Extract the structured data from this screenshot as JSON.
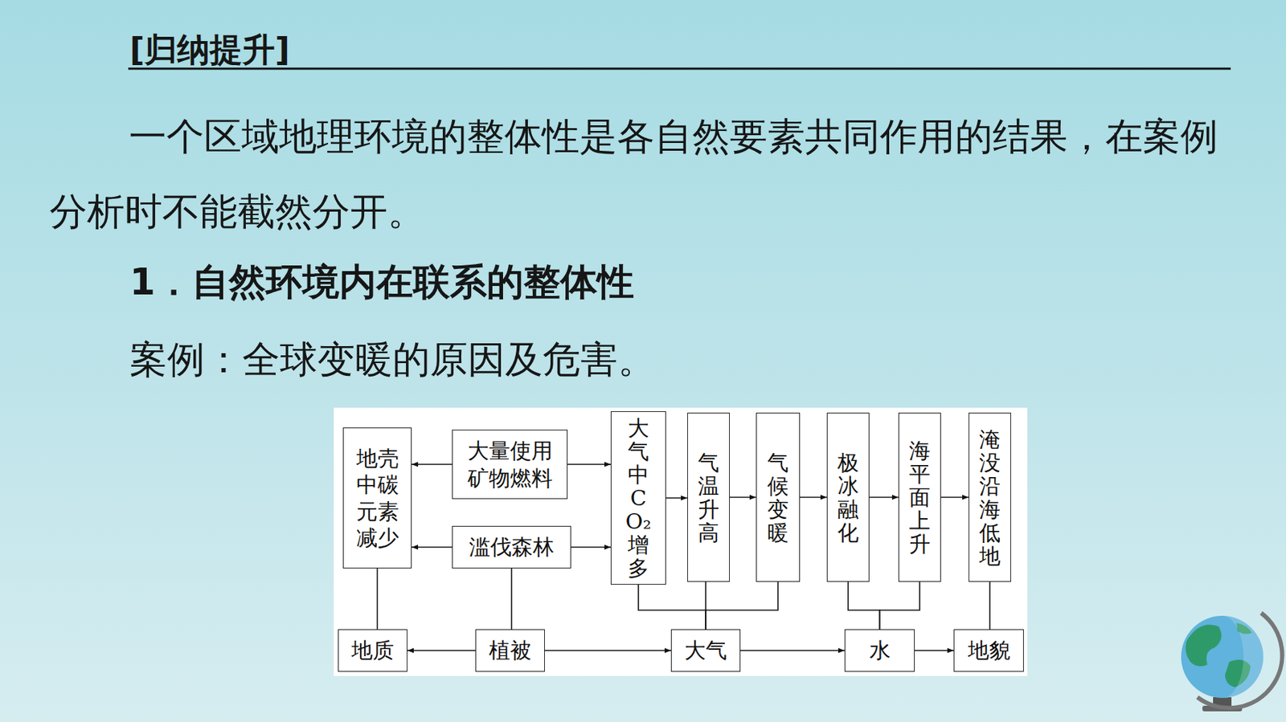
{
  "diagram": {
    "title": "[归纳提升]",
    "nodes": [
      {
        "text": [
          "地壳中碳元素减少"
        ]
      },
      {
        "text": [
          "大量使用矿物燃料"
        ]
      },
      {
        "text": [
          "滥伐森林"
        ]
      },
      {
        "text": [
          "大气中CO₂增多"
        ]
      },
      {
        "text": [
          "气温升高"
        ]
      },
      {
        "text": [
          "气候变暖"
        ]
      },
      {
        "text": [
          "极冰融化"
        ]
      },
      {
        "text": [
          "海平面上升"
        ]
      },
      {
        "text": [
          "淹没沿海低地"
        ]
      },
      {
        "text": [
          "地质"
        ]
      },
      {
        "text": [
          "植被"
        ]
      },
      {
        "text": [
          "大气"
        ]
      },
      {
        "text": [
          "水"
        ]
      },
      {
        "text": [
          "地貌"
        ]
      }
    ],
    "edges": [
      {
        "from": 1,
        "to": 0,
        "arrow": "to"
      },
      {
        "from": 1,
        "to": 3,
        "arrow": "to"
      },
      {
        "from": 2,
        "to": 0,
        "arrow": "to"
      },
      {
        "from": 2,
        "to": 3,
        "arrow": "to"
      },
      {
        "from": 3,
        "to": 4,
        "arrow": "to"
      },
      {
        "from": 4,
        "to": 5,
        "arrow": "to"
      },
      {
        "from": 5,
        "to": 6,
        "arrow": "to"
      },
      {
        "from": 6,
        "to": 7,
        "arrow": "to"
      },
      {
        "from": 7,
        "to": 8,
        "arrow": "to"
      },
      {
        "from": 3,
        "to": 11,
        "arrow": "none"
      },
      {
        "from": 4,
        "to": 11,
        "arrow": "none"
      },
      {
        "from": 5,
        "to": 11,
        "arrow": "none"
      },
      {
        "from": 6,
        "to": 12,
        "arrow": "none"
      },
      {
        "from": 7,
        "to": 12,
        "arrow": "none"
      },
      {
        "from": 8,
        "to": 13,
        "arrow": "none"
      },
      {
        "from": 0,
        "to": 9,
        "arrow": "none"
      },
      {
        "from": 2,
        "to": 10,
        "arrow": "none"
      },
      {
        "from": 10,
        "to": 9,
        "arrow": "to"
      },
      {
        "from": 10,
        "to": 11,
        "arrow": "to"
      },
      {
        "from": 11,
        "to": 12,
        "arrow": "to"
      },
      {
        "from": 12,
        "to": 13,
        "arrow": "to"
      }
    ],
    "labels": [
      "一个区域地理环境的整体性是各自然要素共同作用的结果，在案例分析时不能截然分开。",
      "1．自然环境内在联系的整体性",
      "案例：全球变暖的原因及危害。"
    ]
  }
}
